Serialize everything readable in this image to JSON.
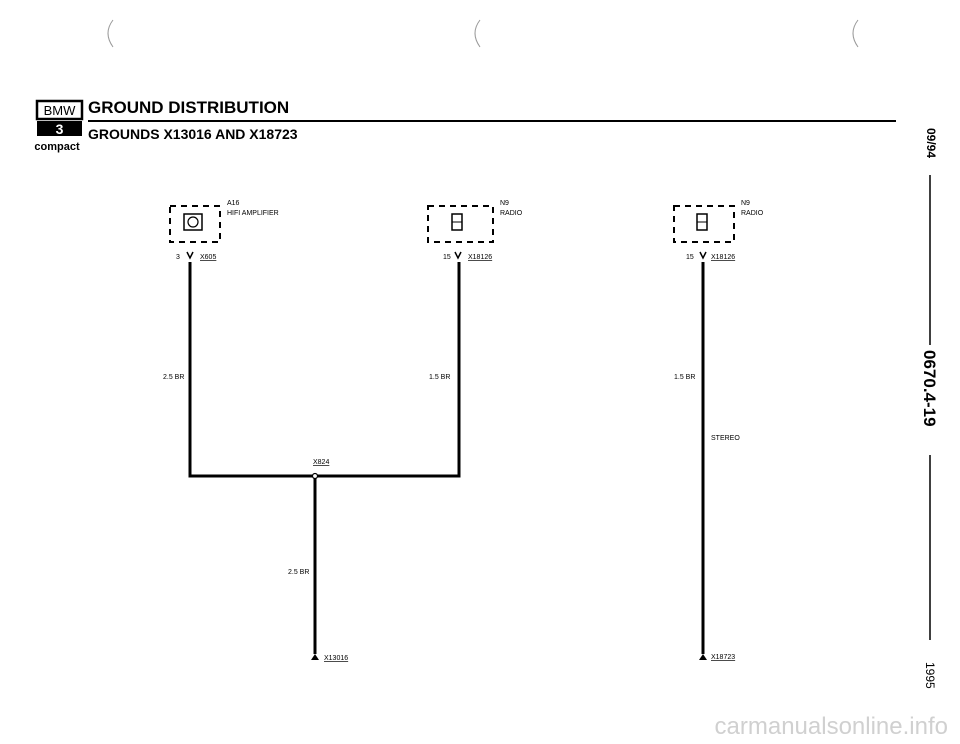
{
  "header": {
    "logo": {
      "brand": "BMW",
      "model": "3",
      "variant": "compact"
    },
    "title": "GROUND DISTRIBUTION",
    "subtitle": "GROUNDS X13016 AND X18723"
  },
  "side_text": {
    "date": "09/94",
    "doc_number": "0670.4-19",
    "year": "1995"
  },
  "components": {
    "a16": {
      "id": "A16",
      "name": "HIFI AMPLIFIER",
      "pin": "3",
      "connector": "X605"
    },
    "n9_left": {
      "id": "N9",
      "name": "RADIO",
      "pin": "15",
      "connector": "X18126"
    },
    "n9_right": {
      "id": "N9",
      "name": "RADIO",
      "pin": "15",
      "connector": "X18126"
    }
  },
  "wires": {
    "w1": "2.5 BR",
    "w2": "1.5 BR",
    "w3": "2.5 BR",
    "w4": "1.5 BR"
  },
  "splice": "X824",
  "grounds": {
    "left": "X13016",
    "right": "X18723"
  },
  "notes": {
    "stereo": "STEREO"
  },
  "watermark": "carmanualsonline.info"
}
